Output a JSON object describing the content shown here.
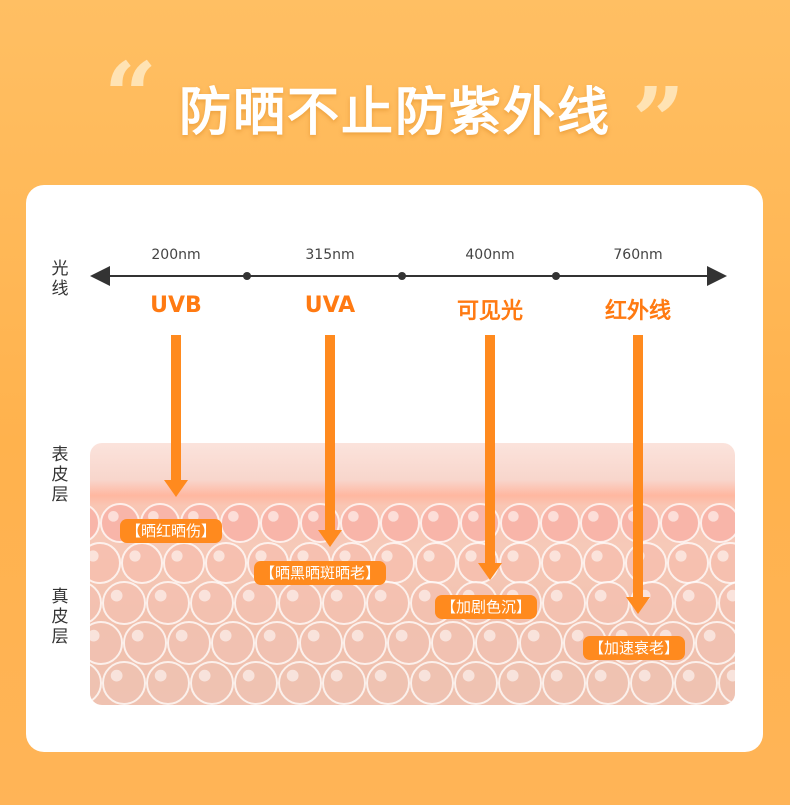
{
  "header": {
    "title": "防晒不止防紫外线",
    "quote_open": "“",
    "quote_close": "”"
  },
  "labels": {
    "light": "光线",
    "epidermis": "表皮层",
    "dermis": "真皮层"
  },
  "wavelengths": [
    "200nm",
    "315nm",
    "400nm",
    "760nm"
  ],
  "bands": [
    {
      "name": "UVB",
      "effect": "【晒红晒伤】"
    },
    {
      "name": "UVA",
      "effect": "【晒黑晒斑晒老】"
    },
    {
      "name": "可见光",
      "effect": "【加剧色沉】"
    },
    {
      "name": "红外线",
      "effect": "【加速衰老】"
    }
  ],
  "colors": {
    "accent": "#ff7a12",
    "arrow": "#ff8a1e",
    "tag_bg": "#ff8a1e",
    "background": "#ffb24d"
  }
}
